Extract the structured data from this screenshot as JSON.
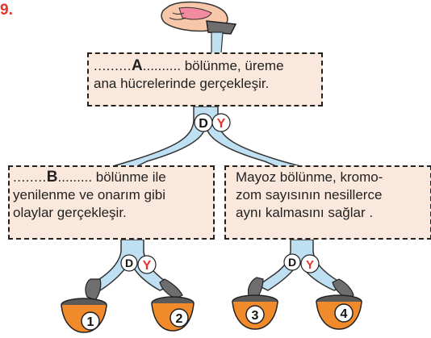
{
  "question_number": "9.",
  "box_top": {
    "line1_prefix": ".........",
    "letter": "A",
    "line1_suffix": ".......... bölünme, üreme",
    "line2": "ana hücrelerinde gerçekleşir."
  },
  "box_left": {
    "line1_prefix": "........",
    "letter": "B",
    "line1_suffix": "......... bölünme ile",
    "line2": "yenilenme ve onarım gibi",
    "line3": "olaylar gerçekleşir."
  },
  "box_right": {
    "line1": "Mayoz bölünme, kromo-",
    "line2": "zom sayısının nesillerce",
    "line3": "aynı kalmasını sağlar ."
  },
  "forks": {
    "top": {
      "left": "D",
      "right": "Y"
    },
    "left": {
      "left": "D",
      "right": "Y"
    },
    "right": {
      "left": "D",
      "right": "Y"
    }
  },
  "cups": [
    "1",
    "2",
    "3",
    "4"
  ],
  "colors": {
    "question_number": "#e8332a",
    "box_fill": "#fbe8dd",
    "tube_fill": "#bfe0f2",
    "cup_fill": "#f08a2a",
    "circle_Y": "#e8332a",
    "circle_D": "#111111",
    "hand_skin": "#f6c7a8",
    "hand_sleeve": "#f28aa0"
  },
  "icons": [
    "hand-pouring-icon",
    "y-tube-icon",
    "cup-icon"
  ]
}
